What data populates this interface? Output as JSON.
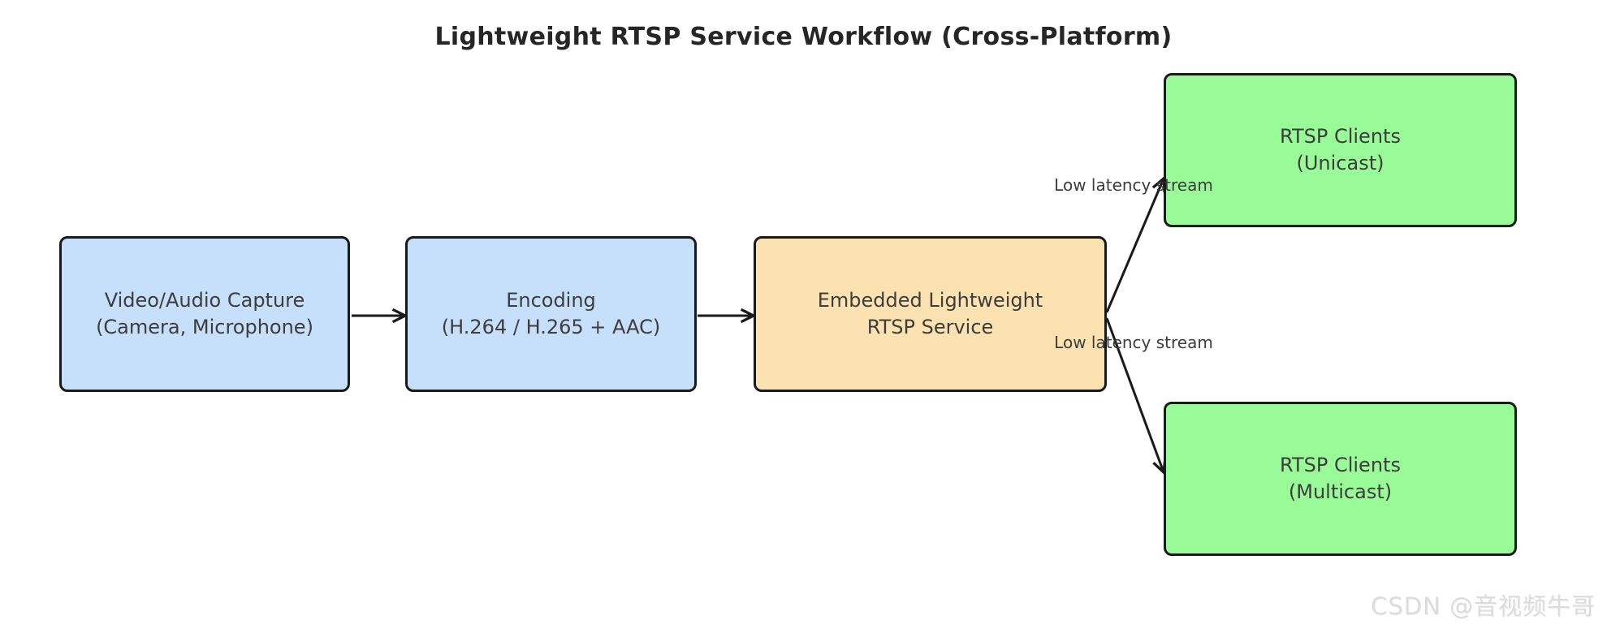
{
  "diagram": {
    "title": "Lightweight RTSP Service Workflow (Cross-Platform)",
    "nodes": [
      {
        "id": "capture",
        "line1": "Video/Audio Capture",
        "line2": "(Camera, Microphone)",
        "fill": "#C6DFFB"
      },
      {
        "id": "encoding",
        "line1": "Encoding",
        "line2": "(H.264 / H.265 + AAC)",
        "fill": "#C6DFFB"
      },
      {
        "id": "rtsp-service",
        "line1": "Embedded Lightweight",
        "line2": "RTSP Service",
        "fill": "#FCE2B0"
      },
      {
        "id": "clients-unicast",
        "line1": "RTSP Clients",
        "line2": "(Unicast)",
        "fill": "#98FB98"
      },
      {
        "id": "clients-multicast",
        "line1": "RTSP Clients",
        "line2": "(Multicast)",
        "fill": "#98FB98"
      }
    ],
    "edges": [
      {
        "from": "capture",
        "to": "encoding",
        "label": ""
      },
      {
        "from": "encoding",
        "to": "rtsp-service",
        "label": ""
      },
      {
        "from": "rtsp-service",
        "to": "clients-unicast",
        "label": "Low latency stream"
      },
      {
        "from": "rtsp-service",
        "to": "clients-multicast",
        "label": "Low latency stream"
      }
    ],
    "colors": {
      "node_blue": "#C6DFFB",
      "node_orange": "#FCE2B0",
      "node_green": "#98FB98",
      "node_border": "#1A1A1A",
      "arrow": "#1A1A1A",
      "node_text": "#3D3D3D",
      "title_text": "#262626",
      "watermark_text": "#DCDCDC"
    },
    "watermark": "CSDN @音视频牛哥"
  }
}
